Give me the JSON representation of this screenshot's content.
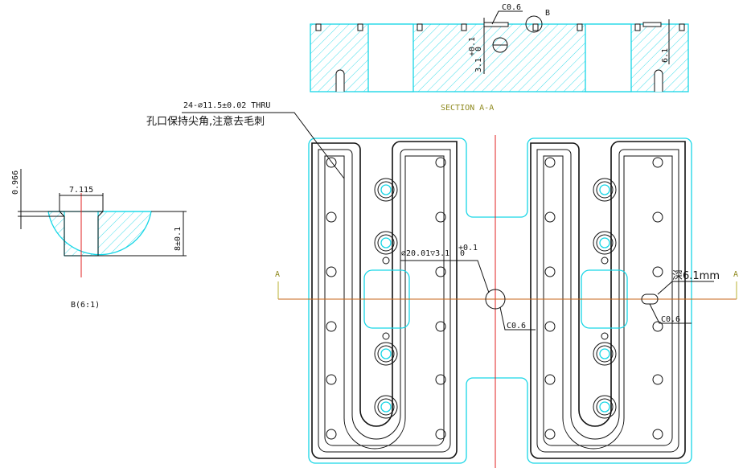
{
  "section": {
    "title": "SECTION A-A",
    "detail_ref": "B",
    "chamfer_top": "C0.6",
    "depth_label": "3.1",
    "depth_tol_plus": "+0.1",
    "depth_tol_minus": "0",
    "right_depth": "6.1"
  },
  "detail": {
    "title": "B(6:1)",
    "width_label": "7.115",
    "chamfer_label": "0.966",
    "depth_label": "8±0.1"
  },
  "callouts": {
    "holes": "24-⌀11.5±0.02 THRU",
    "note_cn": "孔口保持尖角,注意去毛刺",
    "center_hole": "⌀20.01▽3.1",
    "center_hole_tol_plus": "+0.1",
    "center_hole_tol_minus": "0",
    "chamfer_center": "C0.6",
    "slot_depth": "深6.1mm",
    "chamfer_right": "C0.6",
    "section_mark_left": "A",
    "section_mark_right": "A"
  },
  "colors": {
    "outline": "#17d6e6",
    "center_line": "#e02020",
    "section_line": "#c7661a",
    "title_text": "#8f8a1f"
  }
}
